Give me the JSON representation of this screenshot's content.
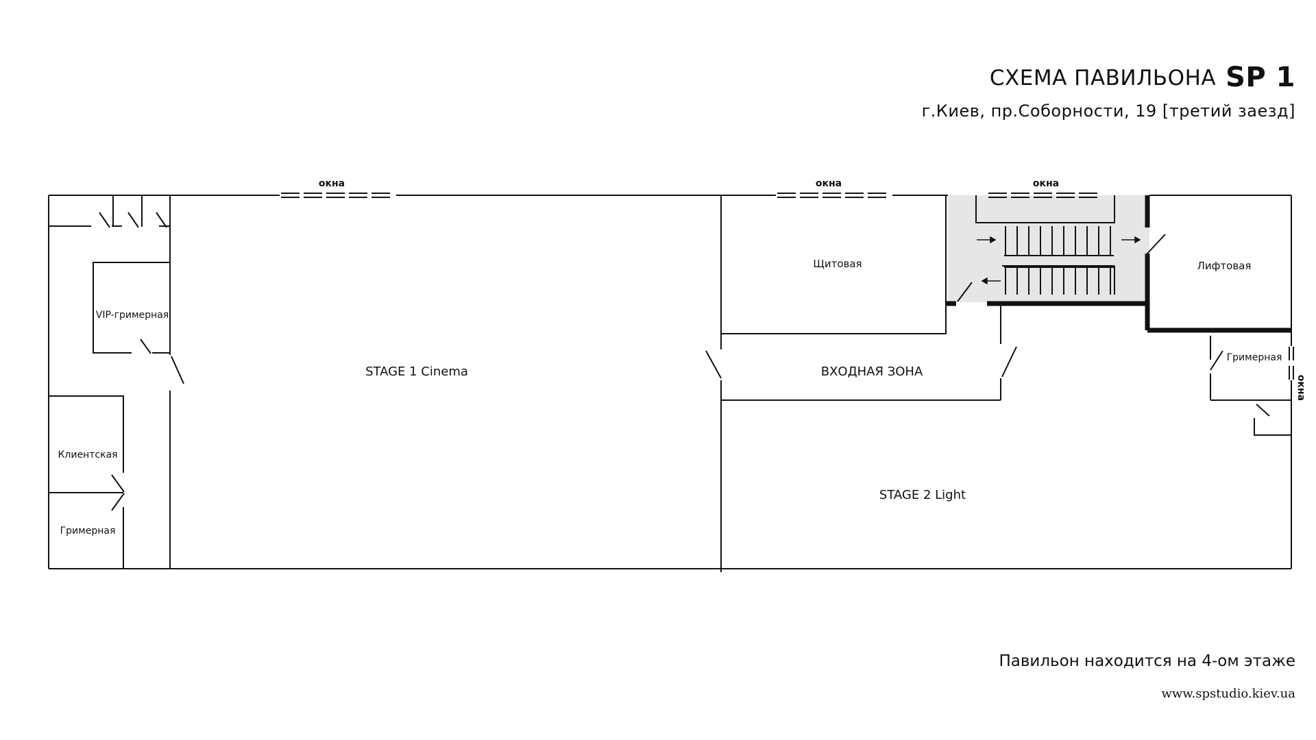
{
  "header": {
    "title": "СХЕМА ПАВИЛЬОНА",
    "code": "SP 1",
    "address": "г.Киев, пр.Соборности, 19 [третий заезд]"
  },
  "rooms": {
    "vip_dressing": "VIP-гримерная",
    "client_room": "Клиентская",
    "dressing_left": "Гримерная",
    "stage1": "STAGE 1 Cinema",
    "switchboard": "Щитовая",
    "entrance": "ВХОДНАЯ ЗОНА",
    "elevator_room": "Лифтовая",
    "dressing_right": "Гримерная",
    "stage2": "STAGE 2 Light"
  },
  "windows": {
    "label": "окна"
  },
  "footer": {
    "floor_note": "Павильон находится на 4-ом этаже",
    "website": "www.spstudio.kiev.ua"
  },
  "colors": {
    "wall": "#111111",
    "stair_fill": "#e6e6e6",
    "background": "#ffffff"
  }
}
